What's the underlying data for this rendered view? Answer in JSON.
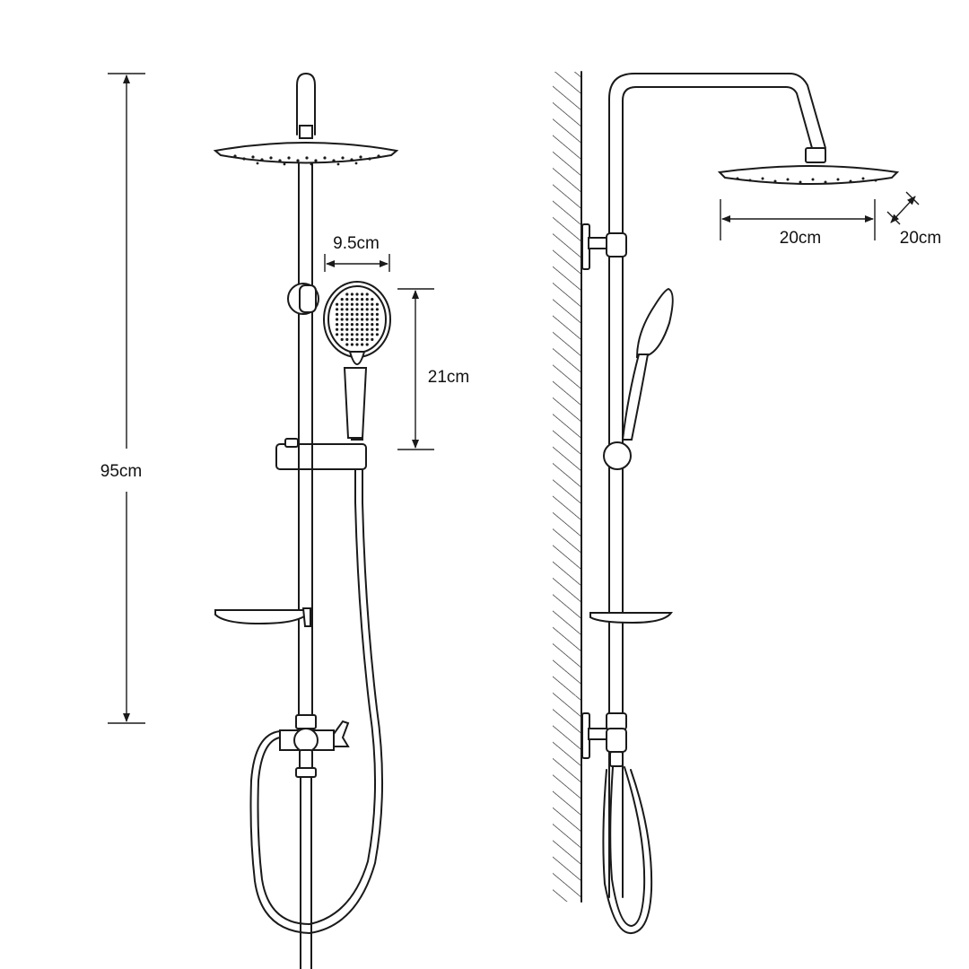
{
  "dimensions": {
    "total_height": "95cm",
    "handshower_width": "9.5cm",
    "handshower_length": "21cm",
    "rainshower_width": "20cm",
    "rainshower_depth": "20cm"
  },
  "colors": {
    "line": "#1a1a1a",
    "background": "#ffffff"
  }
}
